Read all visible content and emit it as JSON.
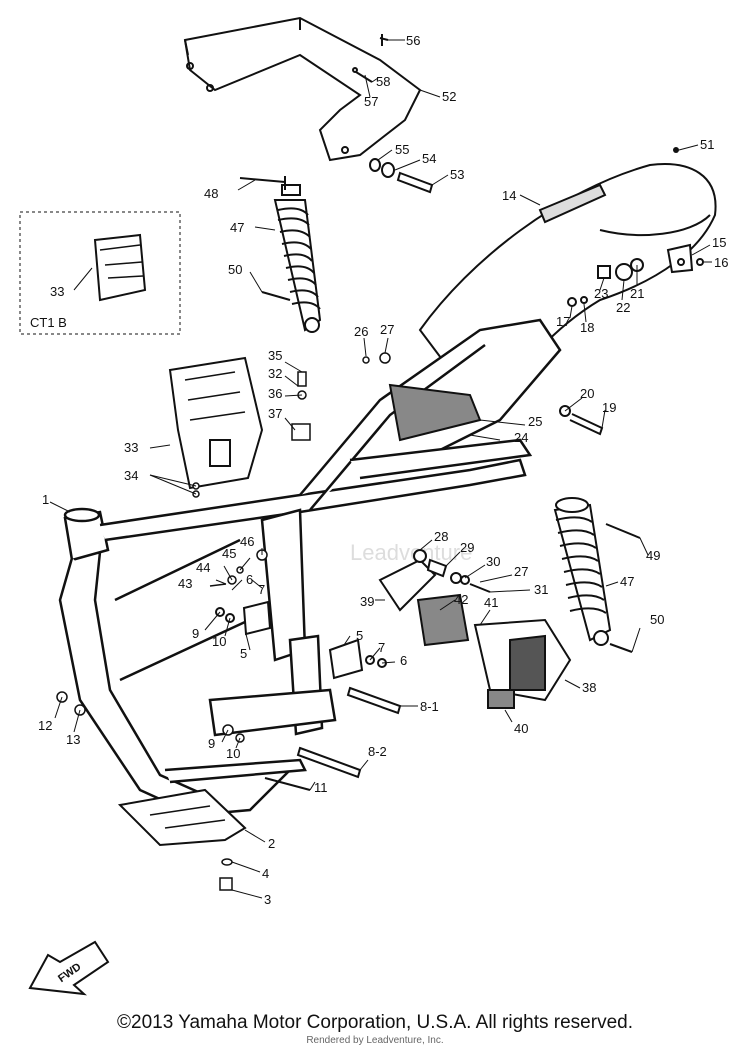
{
  "diagram": {
    "inset_label": "CT1 B",
    "fwd_label": "FWD",
    "watermark": "Leadventure",
    "callouts": [
      {
        "id": "c56",
        "text": "56"
      },
      {
        "id": "c58",
        "text": "58"
      },
      {
        "id": "c57",
        "text": "57"
      },
      {
        "id": "c52",
        "text": "52"
      },
      {
        "id": "c55",
        "text": "55"
      },
      {
        "id": "c54",
        "text": "54"
      },
      {
        "id": "c53",
        "text": "53"
      },
      {
        "id": "c51",
        "text": "51"
      },
      {
        "id": "c48",
        "text": "48"
      },
      {
        "id": "c14",
        "text": "14"
      },
      {
        "id": "c47a",
        "text": "47"
      },
      {
        "id": "c15",
        "text": "15"
      },
      {
        "id": "c16",
        "text": "16"
      },
      {
        "id": "c21",
        "text": "21"
      },
      {
        "id": "c23",
        "text": "23"
      },
      {
        "id": "c22",
        "text": "22"
      },
      {
        "id": "c17",
        "text": "17"
      },
      {
        "id": "c18",
        "text": "18"
      },
      {
        "id": "c33a",
        "text": "33"
      },
      {
        "id": "c50a",
        "text": "50"
      },
      {
        "id": "c26",
        "text": "26"
      },
      {
        "id": "c27a",
        "text": "27"
      },
      {
        "id": "c35",
        "text": "35"
      },
      {
        "id": "c32",
        "text": "32"
      },
      {
        "id": "c36",
        "text": "36"
      },
      {
        "id": "c37",
        "text": "37"
      },
      {
        "id": "c20",
        "text": "20"
      },
      {
        "id": "c19",
        "text": "19"
      },
      {
        "id": "c25",
        "text": "25"
      },
      {
        "id": "c24",
        "text": "24"
      },
      {
        "id": "c33b",
        "text": "33"
      },
      {
        "id": "c34",
        "text": "34"
      },
      {
        "id": "c1",
        "text": "1"
      },
      {
        "id": "c28",
        "text": "28"
      },
      {
        "id": "c29",
        "text": "29"
      },
      {
        "id": "c30",
        "text": "30"
      },
      {
        "id": "c27b",
        "text": "27"
      },
      {
        "id": "c31",
        "text": "31"
      },
      {
        "id": "c49",
        "text": "49"
      },
      {
        "id": "c46",
        "text": "46"
      },
      {
        "id": "c45",
        "text": "45"
      },
      {
        "id": "c44",
        "text": "44"
      },
      {
        "id": "c6a",
        "text": "6"
      },
      {
        "id": "c43",
        "text": "43"
      },
      {
        "id": "c7a",
        "text": "7"
      },
      {
        "id": "c39",
        "text": "39"
      },
      {
        "id": "c42",
        "text": "42"
      },
      {
        "id": "c41",
        "text": "41"
      },
      {
        "id": "c47b",
        "text": "47"
      },
      {
        "id": "c9a",
        "text": "9"
      },
      {
        "id": "c10a",
        "text": "10"
      },
      {
        "id": "c5a",
        "text": "5"
      },
      {
        "id": "c5b",
        "text": "5"
      },
      {
        "id": "c7b",
        "text": "7"
      },
      {
        "id": "c6b",
        "text": "6"
      },
      {
        "id": "c50b",
        "text": "50"
      },
      {
        "id": "c38",
        "text": "38"
      },
      {
        "id": "c81",
        "text": "8-1"
      },
      {
        "id": "c12",
        "text": "12"
      },
      {
        "id": "c13",
        "text": "13"
      },
      {
        "id": "c40",
        "text": "40"
      },
      {
        "id": "c9b",
        "text": "9"
      },
      {
        "id": "c10b",
        "text": "10"
      },
      {
        "id": "c82",
        "text": "8-2"
      },
      {
        "id": "c11",
        "text": "11"
      },
      {
        "id": "c2",
        "text": "2"
      },
      {
        "id": "c4",
        "text": "4"
      },
      {
        "id": "c3",
        "text": "3"
      }
    ]
  },
  "footer": {
    "copyright": "©2013 Yamaha Motor Corporation, U.S.A. All rights reserved.",
    "render_credit": "Rendered by Leadventure, Inc."
  }
}
